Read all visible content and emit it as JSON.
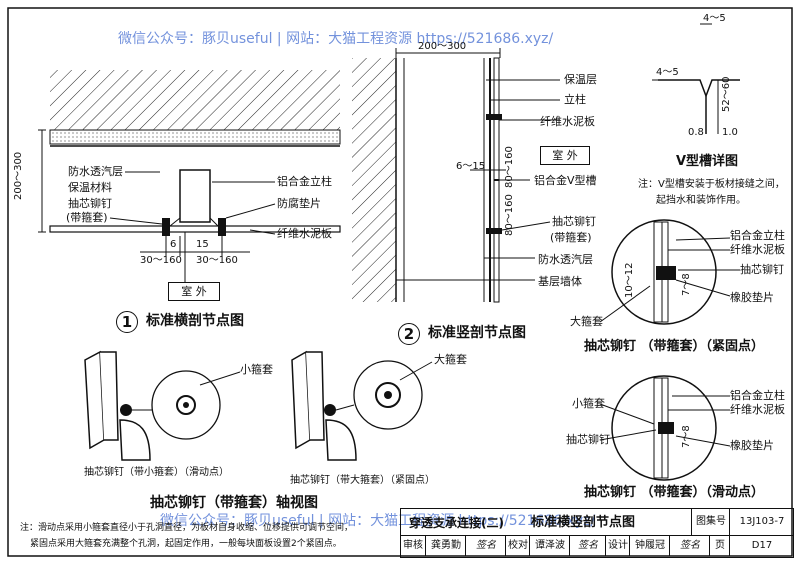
{
  "watermark": {
    "top": "微信公众号：豚贝useful | 网站：大猫工程资源 https://521686.xyz/",
    "bottom": "微信公众号：豚贝useful | 网站：大猫工程资源 https://521686.xyz/"
  },
  "dims": {
    "d_200_300_left": "200～300",
    "d_200_300_top": "200～300",
    "d_6_15_a": "6",
    "d_6_15_b": "15",
    "d_30_160_a": "30～160",
    "d_30_160_b": "30～160",
    "d_6_15_v": "6～15",
    "d_80_160_a": "80～160",
    "d_80_160_b": "80～160",
    "d_4_5_a": "4～5",
    "d_4_5_b": "4～5",
    "d_52_60": "52～60",
    "d_08": "0.8",
    "d_10": "1.0",
    "d_10_12": "10～12",
    "d_7_8_a": "7～8",
    "d_7_8_b": "7～8"
  },
  "fig1": {
    "labels": [
      "防水透汽层",
      "保温材料",
      "抽芯铆钉",
      "(带箍套)"
    ],
    "right_labels": [
      "铝合金立柱",
      "防腐垫片",
      "纤维水泥板"
    ],
    "outdoor": "室 外",
    "num": "1",
    "title": "标准横剖节点图"
  },
  "fig2": {
    "labels": [
      "保温层",
      "立柱",
      "纤维水泥板",
      "铝合金V型槽",
      "抽芯铆钉",
      "(带箍套)",
      "防水透汽层",
      "基层墙体"
    ],
    "outdoor": "室 外",
    "num": "2",
    "title": "标准竖剖节点图"
  },
  "vgroove": {
    "title": "V型槽详图",
    "note1": "注：V型槽安装于板材接缝之间，",
    "note2": "起挡水和装饰作用。"
  },
  "fixed": {
    "labels": [
      "铝合金立柱",
      "纤维水泥板",
      "抽芯铆钉",
      "橡胶垫片"
    ],
    "left": "大箍套",
    "title": "抽芯铆钉 （带箍套）（紧固点）"
  },
  "sliding": {
    "labels": [
      "铝合金立柱",
      "纤维水泥板",
      "橡胶垫片"
    ],
    "left": [
      "小箍套",
      "抽芯铆钉"
    ],
    "title": "抽芯铆钉 （带箍套）（滑动点）"
  },
  "axo": {
    "small_label": "小箍套",
    "large_label": "大箍套",
    "cap1": "抽芯铆钉（带小箍套）（滑动点）",
    "cap2": "抽芯铆钉（带大箍套）（紧固点）",
    "title": "抽芯铆钉（带箍套）轴视图"
  },
  "note": {
    "line1": "注：滑动点采用小箍套直径小于孔洞直径，为板材自身收缩、位移提供可调节空间，",
    "line2": "紧固点采用大箍套充满整个孔洞，起固定作用，一般每块面板设置2个紧固点。"
  },
  "titleblock": {
    "name1": "穿透支承连接(二)",
    "name2": "标准横竖剖节点图",
    "atlas_label": "图集号",
    "atlas_no": "13J103-7",
    "row": [
      "审核",
      "龚勇勤",
      "签名",
      "校对",
      "谭泽波",
      "签名",
      "设计",
      "钟履冠",
      "签名",
      "页",
      "D17"
    ]
  }
}
